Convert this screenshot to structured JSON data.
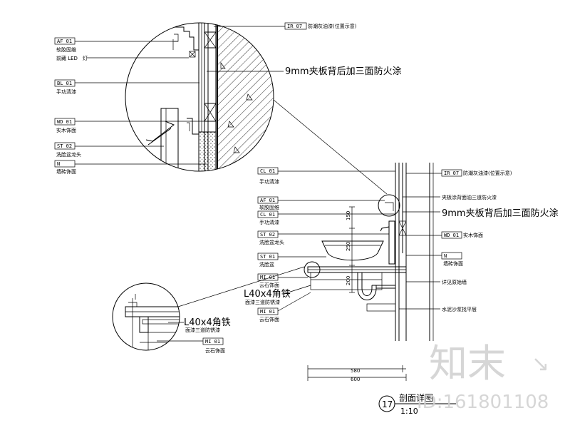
{
  "detail_top": {
    "tag_IR": "IR 07",
    "note_IR": "防潮灰油漆(位置示意)",
    "tag_AF": "AF 01",
    "note_AF1": "软胶固维",
    "note_AF2": "前藏 LED",
    "note_AF3": "灯",
    "note_9mm": "9mm夹板背后加三面防火涂",
    "tag_BL": "BL 01",
    "note_BL": "手功清漆",
    "tag_WD": "WD 01",
    "note_WD": "实木饰面",
    "tag_ST": "ST 02",
    "note_ST": "洗脸盆龙头",
    "tag_N": "N",
    "note_N": "墙砖饰面"
  },
  "section": {
    "tag_CL1": "CL 01",
    "note_CL1": "手功清漆",
    "tag_AF": "AF 01",
    "note_AF": "软胶固维",
    "tag_CL2": "CL 01",
    "note_CL2": "手功清漆",
    "tag_ST02": "ST 02",
    "note_ST02": "洗脸盆龙头",
    "tag_ST01": "ST 01",
    "note_ST01": "洗脸盆",
    "tag_MI1": "MI 01",
    "note_MI1": "云石饰面",
    "angle_label": "L40x4角铁",
    "angle_note": "面漆三道防锈漆",
    "tag_MI2": "MI 01",
    "note_MI2": "云石饰面",
    "tag_IR": "IR 07",
    "note_IR": "防潮灰油漆(位置示意)",
    "note_fire": "夹板涂背面油三道防火漆",
    "note_9mm": "9mm夹板背后加三面防火涂",
    "tag_WD": "WD 01",
    "note_WD": "实木饰面",
    "tag_N": "N",
    "note_N": "墙砖饰面",
    "note_wall": "详见原始墙",
    "note_floor": "水泥沙浆找平层",
    "dim_150": "150",
    "dim_250": "250",
    "dim_200": "200",
    "dim_580": "580",
    "dim_600": "600"
  },
  "detail_bottom": {
    "angle_label": "L40x4角铁",
    "angle_note": "面漆三道防锈漆",
    "tag_MI": "MI 01",
    "note_MI": "云石饰面"
  },
  "title_block": {
    "number": "17",
    "title": "剖面详图",
    "scale": "1:10"
  },
  "watermark": {
    "logo_text": "知末",
    "id_text": "ID:161801108"
  }
}
